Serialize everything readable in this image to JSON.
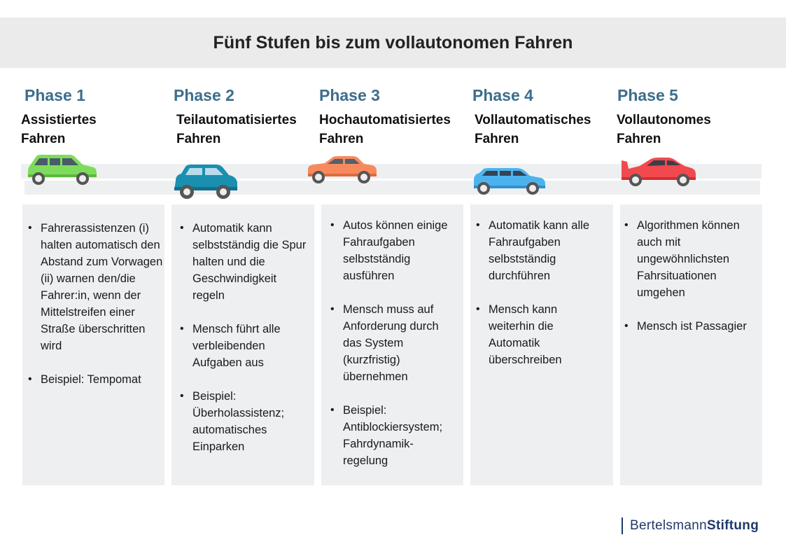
{
  "title": "Fünf Stufen bis zum vollautonomen Fahren",
  "phases": [
    {
      "label": "Phase 1",
      "name_line1": "Assistiertes",
      "name_line2": "Fahren",
      "car_color": "#7ddc5c",
      "bullets": [
        "Fahrerassistenzen (i) halten automatisch den Abstand zum Vorwagen (ii) warnen den/die Fahrer:in, wenn der Mittelstreifen einer Straße überschritten wird",
        "Beispiel: Tempomat"
      ]
    },
    {
      "label": "Phase 2",
      "name_line1": "Teilautomatisiertes",
      "name_line2": "Fahren",
      "car_color": "#1a8fb0",
      "bullets": [
        "Automatik kann selbstständig die Spur halten und die Geschwindigkeit regeln",
        "Mensch führt alle verbleibenden Aufgaben aus",
        "Beispiel: Überholassistenz; automatisches Einparken"
      ]
    },
    {
      "label": "Phase 3",
      "name_line1": "Hochautomatisiertes",
      "name_line2": "Fahren",
      "car_color": "#f78a5c",
      "bullets": [
        "Autos können einige Fahraufgaben selbstständig ausführen",
        "Mensch muss auf Anforderung durch das System (kurzfristig) übernehmen",
        "Beispiel: Antiblockiersystem; Fahrdynamik-regelung"
      ]
    },
    {
      "label": "Phase 4",
      "name_line1": "Vollautomatisches",
      "name_line2": "Fahren",
      "car_color": "#4db3ef",
      "bullets": [
        "Automatik kann alle Fahraufgaben selbstständig durchführen",
        "Mensch kann weiterhin die Automatik überschreiben"
      ]
    },
    {
      "label": "Phase 5",
      "name_line1": "Vollautonomes",
      "name_line2": "Fahren",
      "car_color": "#f2494f",
      "bullets": [
        "Algorithmen können auch mit ungewöhnlichsten Fahrsituationen umgehen",
        "Mensch ist Passagier"
      ]
    }
  ],
  "logo": {
    "part1": "Bertelsmann",
    "part2": "Stiftung"
  }
}
